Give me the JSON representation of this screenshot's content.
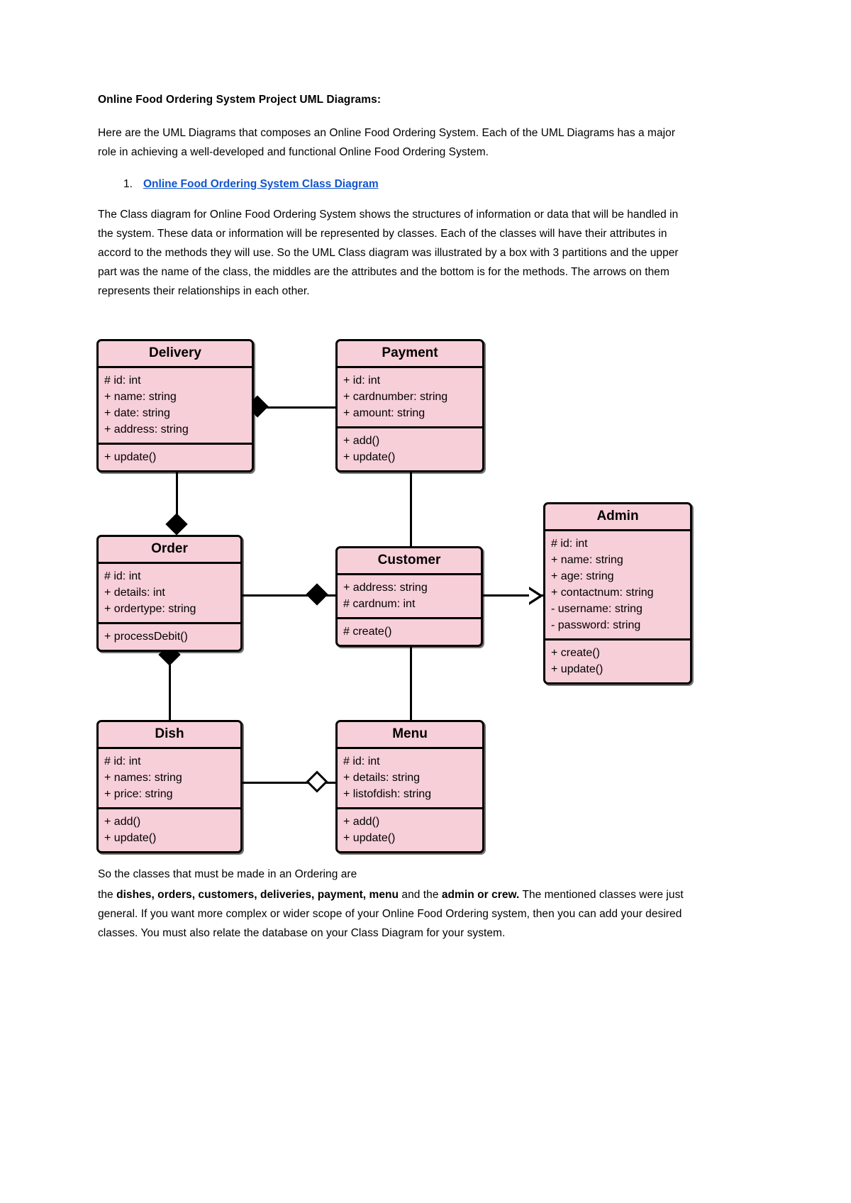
{
  "document": {
    "title": "Online Food Ordering System Project UML Diagrams:",
    "intro": "Here are the UML Diagrams that composes an Online Food Ordering System. Each of the UML Diagrams has a major role in achieving a well-developed and functional Online Food Ordering System.",
    "list_number": "1.",
    "link_text": "Online Food Ordering System Class Diagram",
    "link_color": "#1155cc",
    "description": "The Class diagram for Online Food Ordering System shows the structures of information or data that will be handled in the system. These data or information will be represented by classes. Each of the classes will have their attributes in accord to the methods they will use. So the UML Class diagram was illustrated by a box with 3 partitions and the upper part was the name of the class, the middles are the attributes and the bottom is for the methods. The arrows on them represents their relationships in each other.",
    "closing_line_1": "So the classes that must be made in an Ordering are",
    "closing_line_2_prefix": "the ",
    "closing_line_2_bold_1": "dishes, orders, customers, deliveries, payment, menu",
    "closing_line_2_mid": " and the ",
    "closing_line_2_bold_2": "admin or crew.",
    "closing_line_2_rest": " The mentioned classes were just general. If you want more complex or wider scope of your Online Food Ordering system, then you can add your desired classes. You must also relate the database on your Class Diagram for your system."
  },
  "diagram": {
    "fill_color": "#f7cfd9",
    "border_color": "#000000",
    "classes": [
      {
        "name": "Delivery",
        "attributes": [
          "# id: int",
          "+ name: string",
          "+ date: string",
          "+ address: string"
        ],
        "methods": [
          "+ update()"
        ]
      },
      {
        "name": "Payment",
        "attributes": [
          "+ id: int",
          "+ cardnumber: string",
          "+ amount: string"
        ],
        "methods": [
          "+ add()",
          "+ update()"
        ]
      },
      {
        "name": "Order",
        "attributes": [
          "# id: int",
          "+ details: int",
          "+ ordertype: string"
        ],
        "methods": [
          "+ processDebit()"
        ]
      },
      {
        "name": "Customer",
        "attributes": [
          "+ address: string",
          "# cardnum: int"
        ],
        "methods": [
          "# create()"
        ]
      },
      {
        "name": "Admin",
        "attributes": [
          "# id: int",
          "+ name: string",
          "+ age: string",
          "+ contactnum: string",
          "- username: string",
          "- password: string"
        ],
        "methods": [
          "+ create()",
          "+ update()"
        ]
      },
      {
        "name": "Dish",
        "attributes": [
          "# id: int",
          "+ names: string",
          "+ price: string"
        ],
        "methods": [
          "+ add()",
          "+ update()"
        ]
      },
      {
        "name": "Menu",
        "attributes": [
          "# id: int",
          "+ details: string",
          "+ listofdish: string"
        ],
        "methods": [
          "+ add()",
          "+ update()"
        ]
      }
    ],
    "relationships": [
      {
        "from": "Delivery",
        "to": "Payment",
        "marker": "composition-filled-diamond"
      },
      {
        "from": "Order",
        "to": "Delivery",
        "marker": "composition-filled-diamond"
      },
      {
        "from": "Order",
        "to": "Customer",
        "marker": "composition-filled-diamond"
      },
      {
        "from": "Customer",
        "to": "Payment",
        "marker": "association-line"
      },
      {
        "from": "Customer",
        "to": "Admin",
        "marker": "generalization-hollow-triangle"
      },
      {
        "from": "Dish",
        "to": "Order",
        "marker": "composition-filled-diamond"
      },
      {
        "from": "Dish",
        "to": "Menu",
        "marker": "aggregation-hollow-diamond"
      },
      {
        "from": "Menu",
        "to": "Customer",
        "marker": "association-line"
      }
    ]
  }
}
